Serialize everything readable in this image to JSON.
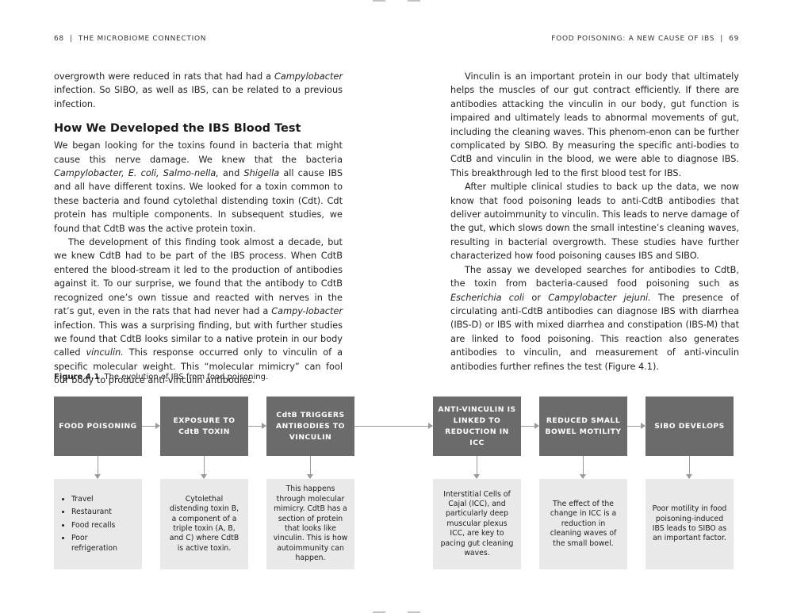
{
  "header": {
    "left_page_number": "68",
    "left_title": "THE MICROBIOME CONNECTION",
    "right_title": "FOOD POISONING: A NEW CAUSE OF IBS",
    "right_page_number": "69",
    "separator": "|"
  },
  "left_column": {
    "para1": [
      {
        "t": "overgrowth were reduced in rats that had had a "
      },
      {
        "t": "Campylobacter",
        "i": true
      },
      {
        "t": " infection. So SIBO, as well as IBS, can be related to a previous infection."
      }
    ],
    "heading": "How We Developed the IBS Blood Test",
    "para2": [
      {
        "t": "We began looking for the toxins found in bacteria that might cause this nerve damage. We knew that the bacteria "
      },
      {
        "t": "Campylobacter, E. coli, Salmo-nella,",
        "i": true
      },
      {
        "t": " and "
      },
      {
        "t": "Shigella",
        "i": true
      },
      {
        "t": " all cause IBS and all have different toxins. We looked for a toxin common to these bacteria and found cytolethal distending toxin (Cdt). Cdt protein has multiple components. In subsequent studies, we found that CdtB was the active protein toxin."
      }
    ],
    "para3": [
      {
        "t": "The development of this finding took almost a decade, but we knew CdtB had to be part of the IBS process. When CdtB entered the blood-stream it led to the production of antibodies against it. To our surprise, we found that the antibody to CdtB recognized one’s own tissue and reacted with nerves in the rat’s gut, even in the rats that had never had a "
      },
      {
        "t": "Campy-lobacter",
        "i": true
      },
      {
        "t": " infection. This was a surprising finding, but with further studies we found that CdtB looks similar to a native protein in our body called "
      },
      {
        "t": "vinculin.",
        "i": true
      },
      {
        "t": " This response occurred only to vinculin of a specific molecular weight. This “molecular mimicry” can fool our body to produce anti-vinculin antibodies."
      }
    ]
  },
  "right_column": {
    "para1": [
      {
        "t": "Vinculin is an important protein in our body that ultimately helps the muscles of our gut contract efficiently. If there are antibodies attacking the vinculin in our body, gut function is impaired and ultimately leads to abnormal movements of gut, including the cleaning waves. This phenom-enon can be further complicated by SIBO. By measuring the specific anti-bodies to CdtB and vinculin in the blood, we were able to diagnose IBS. This breakthrough led to the first blood test for IBS."
      }
    ],
    "para2": [
      {
        "t": "After multiple clinical studies to back up the data, we now know that food poisoning leads to anti-CdtB antibodies that deliver autoimmunity to vinculin. This leads to nerve damage of the gut, which slows down the small intestine’s cleaning waves, resulting in bacterial overgrowth. These studies have further characterized how food poisoning causes IBS and SIBO."
      }
    ],
    "para3": [
      {
        "t": "The assay we developed searches for antibodies to CdtB, the toxin from bacteria-caused food poisoning such as "
      },
      {
        "t": "Escherichia coli",
        "i": true
      },
      {
        "t": " or "
      },
      {
        "t": "Campylobacter jejuni.",
        "i": true
      },
      {
        "t": " The presence of circulating anti-CdtB antibodies can diagnose IBS with diarrhea (IBS-D) or IBS with mixed diarrhea and constipation (IBS-M) that are linked to food poisoning. This reaction also generates antibodies to vinculin, and measurement of anti-vinculin antibodies further refines the test (Figure 4.1)."
      }
    ]
  },
  "figure": {
    "label": "Figure 4.1",
    "caption": "The evolution of IBS from food poisoning.",
    "steps": [
      {
        "title": "FOOD POISONING"
      },
      {
        "title": "EXPOSURE TO CdtB TOXIN"
      },
      {
        "title": "CdtB TRIGGERS ANTIBODIES TO VINCULIN"
      },
      {
        "title": "ANTI-VINCULIN IS LINKED TO REDUCTION IN ICC"
      },
      {
        "title": "REDUCED SMALL BOWEL MOTILITY"
      },
      {
        "title": "SIBO DEVELOPS"
      }
    ],
    "details": [
      {
        "bullets": [
          "Travel",
          "Restaurant",
          "Food recalls",
          "Poor refrigeration"
        ]
      },
      {
        "text": "Cytolethal distending toxin B, a component of a triple toxin (A, B, and C) where CdtB is active toxin."
      },
      {
        "text": "This happens through molecular mimicry. CdtB has a section of protein that looks like vinculin. This is how autoimmunity can happen."
      },
      {
        "text": "Interstitial Cells of Cajal (ICC), and particularly deep muscular plexus ICC, are key to pacing gut cleaning waves."
      },
      {
        "text": "The effect of the change in ICC is a reduction in cleaning waves of the small bowel."
      },
      {
        "text": "Poor motility in food poisoning-induced IBS leads to SIBO as an important factor."
      }
    ]
  },
  "colors": {
    "step_box": "#6b6b6b",
    "detail_box": "#e9e9e9",
    "arrow": "#9a9a9a",
    "text": "#222222"
  }
}
